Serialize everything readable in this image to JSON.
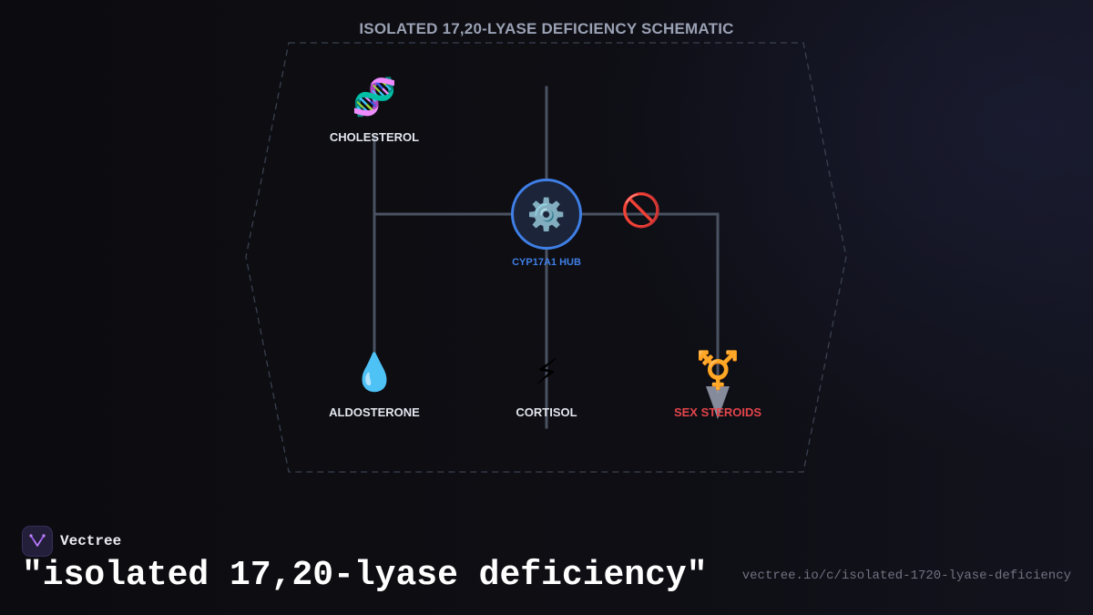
{
  "diagram": {
    "title": "ISOLATED 17,20-LYASE DEFICIENCY SCHEMATIC",
    "nodes": {
      "cholesterol": {
        "label": "CHOLESTEROL",
        "icon": "dna-icon",
        "glyph": "🧬"
      },
      "hub": {
        "label": "CYP17A1 HUB",
        "icon": "gear-icon",
        "glyph": "⚙️"
      },
      "blocked": {
        "icon": "prohibited-icon",
        "glyph": "🚫"
      },
      "aldosterone": {
        "label": "ALDOSTERONE",
        "icon": "droplet-icon",
        "glyph": "💧"
      },
      "cortisol": {
        "label": "CORTISOL",
        "icon": "lightning-icon",
        "glyph": "⚡"
      },
      "sex_steroids": {
        "label": "SEX STEROIDS",
        "icon": "transgender-symbol-icon",
        "glyph": "⚧️"
      }
    },
    "colors": {
      "line": "#4a5262",
      "hub_ring": "#3f7fe6",
      "blocked": "#e2454a",
      "frame": "#3a4150"
    }
  },
  "footer": {
    "brand": "Vectree",
    "headline": "\"isolated 17,20-lyase deficiency\"",
    "url": "vectree.io/c/isolated-1720-lyase-deficiency"
  }
}
